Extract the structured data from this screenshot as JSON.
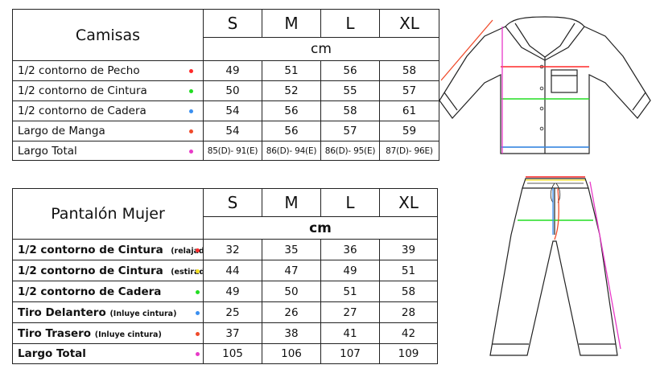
{
  "shirts": {
    "title": "Camisas",
    "sizes": [
      "S",
      "M",
      "L",
      "XL"
    ],
    "unit": "cm",
    "rows": [
      {
        "label": "1/2 contorno de Pecho",
        "color": "#ff2a2a",
        "values": [
          "49",
          "51",
          "56",
          "58"
        ]
      },
      {
        "label": "1/2 contorno de Cintura",
        "color": "#22dd22",
        "values": [
          "50",
          "52",
          "55",
          "57"
        ]
      },
      {
        "label": "1/2 contorno de Cadera",
        "color": "#3a8ff0",
        "values": [
          "54",
          "56",
          "58",
          "61"
        ]
      },
      {
        "label": "Largo de Manga",
        "color": "#f04a2a",
        "values": [
          "54",
          "56",
          "57",
          "59"
        ]
      },
      {
        "label": "Largo Total",
        "color": "#e83ac8",
        "values": [
          "85(D)- 91(E)",
          "86(D)- 94(E)",
          "86(D)- 95(E)",
          "87(D)- 96E)"
        ]
      }
    ]
  },
  "pants": {
    "title": "Pantalón Mujer",
    "sizes": [
      "S",
      "M",
      "L",
      "XL"
    ],
    "unit": "cm",
    "rows": [
      {
        "label": "1/2 contorno de Cintura",
        "note": "(relajada)",
        "color": "#ff2a2a",
        "values": [
          "32",
          "35",
          "36",
          "39"
        ]
      },
      {
        "label": "1/2 contorno de Cintura",
        "note": "(estirada)",
        "color": "#f5e020",
        "values": [
          "44",
          "47",
          "49",
          "51"
        ]
      },
      {
        "label": "1/2 contorno de Cadera",
        "note": "",
        "color": "#22dd22",
        "values": [
          "49",
          "50",
          "51",
          "58"
        ]
      },
      {
        "label": "Tiro Delantero",
        "note": "(Inluye cintura)",
        "color": "#3a8ff0",
        "values": [
          "25",
          "26",
          "27",
          "28"
        ]
      },
      {
        "label": "Tiro Trasero",
        "note": "(Inluye cintura)",
        "color": "#f04a2a",
        "values": [
          "37",
          "38",
          "41",
          "42"
        ]
      },
      {
        "label": "Largo Total",
        "note": "",
        "color": "#e83ac8",
        "values": [
          "105",
          "106",
          "107",
          "109"
        ]
      }
    ]
  }
}
